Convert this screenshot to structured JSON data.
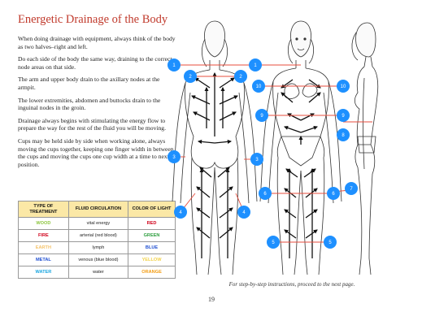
{
  "title": "Energetic Drainage of the Body",
  "paragraphs": [
    "When doing drainage with equipment, always think of the body as two halves–right and left.",
    "Do each side of the body the same way, draining to the correct node areas on that side.",
    "The arm and upper body drain to the axillary nodes at the armpit.",
    "The lower extremities, abdomen and buttocks drain to the inguinal nodes in the groin.",
    "Drainage always begins with stimulating the energy flow to prepare the way for the rest of the fluid you will be moving.",
    "Cups may be held side by side when working alone, always moving the cups together, keeping one finger width in between the cups and moving the cups one cup width at a time to next position."
  ],
  "table": {
    "headers": [
      "TYPE OF TREATMENT",
      "FLUID CIRCULATION",
      "COLOR OF LIGHT"
    ],
    "rows": [
      {
        "element": "WOOD",
        "fluid": "vital energy",
        "light": "RED",
        "element_color": "#8dc63f",
        "light_color": "#d0021b"
      },
      {
        "element": "FIRE",
        "fluid": "arterial (red blood)",
        "light": "GREEN",
        "element_color": "#d0021b",
        "light_color": "#2e9e3f"
      },
      {
        "element": "EARTH",
        "fluid": "lymph",
        "light": "BLUE",
        "element_color": "#f5c36b",
        "light_color": "#1f4fd1"
      },
      {
        "element": "METAL",
        "fluid": "venous (blue blood)",
        "light": "YELLOW",
        "element_color": "#1f4fd1",
        "light_color": "#f2d24a"
      },
      {
        "element": "WATER",
        "fluid": "water",
        "light": "ORANGE",
        "element_color": "#1aa6e0",
        "light_color": "#f39c12"
      }
    ]
  },
  "figure": {
    "badges": [
      "1",
      "1",
      "2",
      "2",
      "10",
      "10",
      "9",
      "9",
      "8",
      "3",
      "3",
      "4",
      "4",
      "6",
      "6",
      "7",
      "5",
      "5"
    ],
    "badge_color": "#1e90ff",
    "line_color": "#e74c3c"
  },
  "caption": "For step-by-step instructions, proceed to the next page.",
  "page_number": "19"
}
